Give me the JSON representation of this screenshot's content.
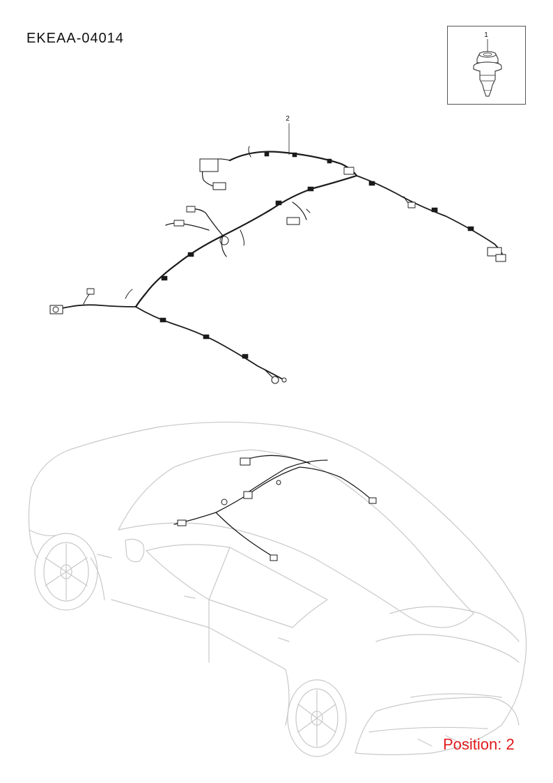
{
  "header": {
    "document_code": "EKEAA-04014"
  },
  "parts": [
    {
      "callout": "1",
      "icon": "flange-bolt-icon"
    },
    {
      "callout": "2",
      "icon": "roof-wiring-harness-icon"
    }
  ],
  "footer": {
    "position_label": "Position: 2"
  },
  "colors": {
    "position_text": "#e0191b",
    "line_art": "#1a1a1a",
    "vehicle_outline": "#c8c8c8"
  }
}
